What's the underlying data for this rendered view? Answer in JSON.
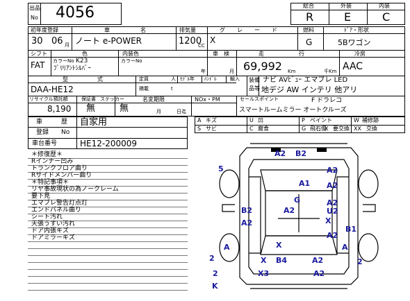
{
  "header": {
    "lot_label_top": "出品",
    "lot_label_bottom": "No",
    "lot_number": "4056",
    "grade_titles": [
      "総合",
      "外装",
      "内装"
    ],
    "grade_values": [
      "R",
      "E",
      "C"
    ]
  },
  "row1": {
    "labels": [
      "初年度登録",
      "車",
      "名",
      "排気量",
      "グ",
      "レ",
      "ー",
      "ド",
      "燃料",
      "ﾄﾞｱ・形状"
    ],
    "year": "30",
    "month": "06",
    "month_unit": "月",
    "car_name": "ノート e-POWER",
    "displacement": "1200",
    "cc_unit": "CC",
    "grade": "X",
    "fuel": "G",
    "door_shape": "5Bワゴン"
  },
  "row2": {
    "labels": [
      "シフト",
      "色",
      "内装色",
      "車",
      "検",
      "走",
      "行",
      "冷房"
    ],
    "shift": "FAT",
    "color_no_label": "カラーNo",
    "color_no": "K23",
    "color_name": "ﾌﾞﾘﾘｱﾝﾄｼﾙﾊﾞｰ",
    "interior_no_label": "カラーNo",
    "inspection_year_unit": "年",
    "inspection_month_unit": "月",
    "mileage": "69,992",
    "km_unit": "Km",
    "thousand_unit": "千Km",
    "aircon": "AAC"
  },
  "row3": {
    "labels": [
      "型",
      "式",
      "定員",
      "人",
      "ﾓﾃﾞﾙ年",
      "ﾊﾝﾄﾞﾙ",
      "輸入"
    ],
    "load_label": "積載",
    "load_unit": "t",
    "model": "DAA-HE12",
    "equip_label": "装備",
    "equip_label2": "品等",
    "equip_line1": "ナビ AVﾋﾞｭｰ エマブレ LED",
    "equip_line2": "地デジ AW インテリ 他アリ"
  },
  "row4": {
    "labels": [
      "リサイクル預託額",
      "保証書",
      "ステッカー",
      "名変期限",
      "NOx・PM"
    ],
    "recycle_fee": "8,190",
    "warranty": "無",
    "sticker": "無",
    "deadline_month_unit": "月",
    "deadline_day_unit": "日迄",
    "selling_points_label": "セールスポイント",
    "selling_points_line1": "F ドラレコ",
    "selling_points_line2": "スマートルームミラー  オートクルーズ"
  },
  "vehicle": {
    "type_label": "車",
    "type_label2": "歴",
    "type_value": "自家用",
    "reg_label": "登録",
    "reg_label2": "No",
    "chassis_label": "車台番号",
    "chassis_value": "HE12-200009"
  },
  "legend": [
    [
      "A",
      "キズ"
    ],
    [
      "U",
      "凹"
    ],
    [
      "P",
      "ペイント"
    ],
    [
      "W",
      "補修跡"
    ],
    [
      "S",
      "サビ"
    ],
    [
      "C",
      "腐食"
    ],
    [
      "G",
      "飛石傷"
    ],
    [
      "X",
      "要交換"
    ],
    [
      "XX",
      "交換"
    ]
  ],
  "notes": [
    "＊修復歴＊",
    "Rインナー凹み",
    "トランクフロア曲り",
    "Rサイドメンバー曲り",
    "＊特記事項＊",
    "リヤ事故現状の為ノークレーム",
    "要下見",
    "エマブレ警告灯点灯",
    "エンドパネル曲り",
    "シート汚れ",
    "天張うすい汚れ",
    "ドア内張キズ",
    "ドアミラーキズ"
  ],
  "diagram_marks": {
    "top_left_a2": "A2",
    "top_b2": "B2",
    "top_right_a2": "A2",
    "num5": "5",
    "a2_fr": "A2",
    "a1_hood": "A1",
    "g_roof": "G",
    "a2_r1": "A2",
    "u2": "U2",
    "b2_l": "B2",
    "a2_c": "A2",
    "a2_l": "A2",
    "x_r": "X",
    "b1": "B1",
    "a2_rr": "A2",
    "a_l": "A",
    "x_c": "X",
    "a_r": "A",
    "num2_l": "2",
    "num2_r": "2",
    "x_b": "X",
    "b4": "B4",
    "a2_b": "A2",
    "x3": "X3",
    "a2_bb": "A2",
    "num2_bl": "2",
    "k": "K"
  }
}
